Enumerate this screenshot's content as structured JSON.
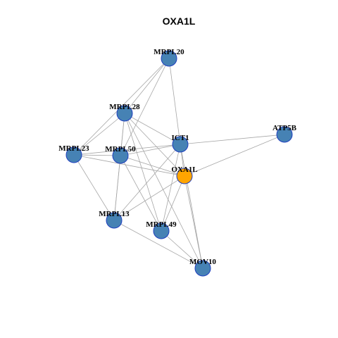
{
  "title": "OXA1L",
  "colors": {
    "query_node": "#FFA500",
    "default_node": "#4682B4",
    "node_border": "#1F3FBF",
    "edge": "#A6A6A6"
  },
  "nodes": [
    {
      "id": "MRPL20",
      "label": "MRPL20"
    },
    {
      "id": "MRPL28",
      "label": "MRPL28"
    },
    {
      "id": "ICT1",
      "label": "ICT1"
    },
    {
      "id": "ATP5B",
      "label": "ATP5B"
    },
    {
      "id": "MRPL23",
      "label": "MRPL23"
    },
    {
      "id": "MRPL50",
      "label": "MRPL50"
    },
    {
      "id": "OXA1L",
      "label": "OXA1L",
      "query": true
    },
    {
      "id": "MRPL13",
      "label": "MRPL13"
    },
    {
      "id": "MRPL49",
      "label": "MRPL49"
    },
    {
      "id": "MOV10",
      "label": "MOV10"
    }
  ],
  "edges": [
    [
      "MRPL20",
      "MRPL28"
    ],
    [
      "MRPL20",
      "ICT1"
    ],
    [
      "MRPL20",
      "MRPL23"
    ],
    [
      "MRPL20",
      "MRPL50"
    ],
    [
      "MRPL28",
      "MRPL23"
    ],
    [
      "MRPL28",
      "MRPL50"
    ],
    [
      "MRPL28",
      "ICT1"
    ],
    [
      "MRPL28",
      "OXA1L"
    ],
    [
      "MRPL28",
      "MRPL13"
    ],
    [
      "MRPL28",
      "MRPL49"
    ],
    [
      "MRPL23",
      "MRPL50"
    ],
    [
      "MRPL23",
      "ICT1"
    ],
    [
      "MRPL23",
      "OXA1L"
    ],
    [
      "MRPL23",
      "MRPL13"
    ],
    [
      "MRPL50",
      "ICT1"
    ],
    [
      "MRPL50",
      "OXA1L"
    ],
    [
      "MRPL50",
      "MRPL13"
    ],
    [
      "MRPL50",
      "MRPL49"
    ],
    [
      "ICT1",
      "ATP5B"
    ],
    [
      "ICT1",
      "OXA1L"
    ],
    [
      "ICT1",
      "MRPL13"
    ],
    [
      "ICT1",
      "MRPL49"
    ],
    [
      "ICT1",
      "MOV10"
    ],
    [
      "ATP5B",
      "OXA1L"
    ],
    [
      "OXA1L",
      "MRPL13"
    ],
    [
      "OXA1L",
      "MRPL49"
    ],
    [
      "OXA1L",
      "MOV10"
    ],
    [
      "MRPL13",
      "MOV10"
    ],
    [
      "MRPL49",
      "MOV10"
    ],
    [
      "MRPL28",
      "MOV10"
    ]
  ]
}
